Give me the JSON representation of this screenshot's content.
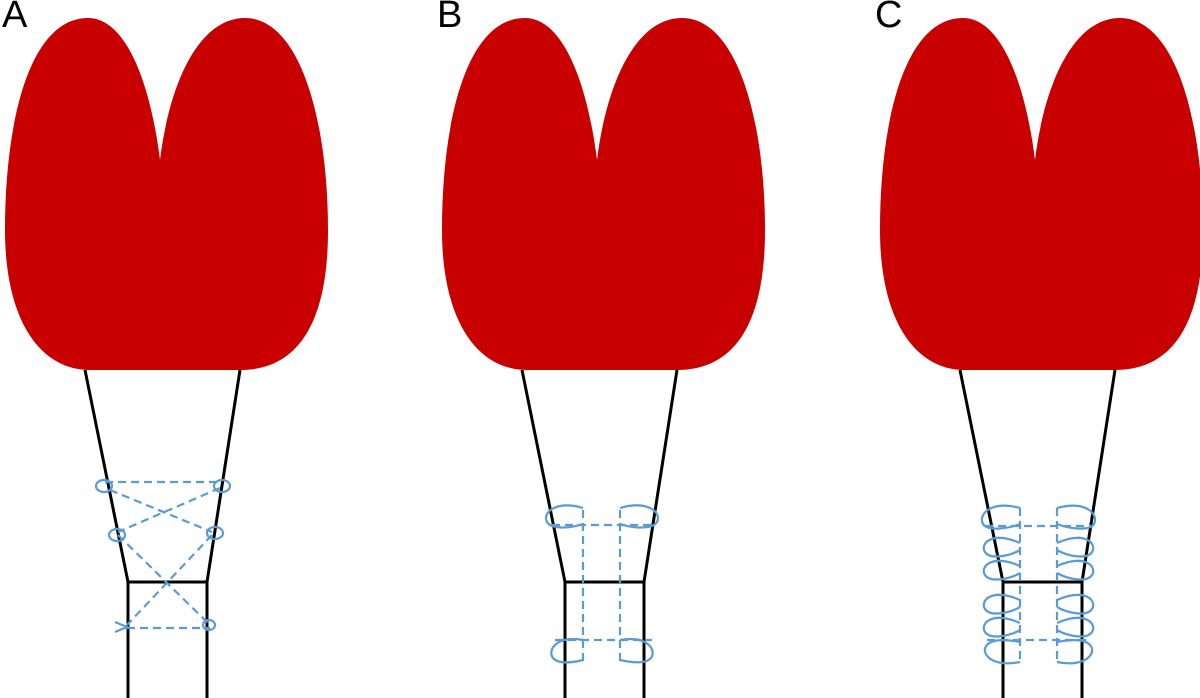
{
  "panels": [
    {
      "label": "A",
      "pattern": "cross-stitch"
    },
    {
      "label": "B",
      "pattern": "locking-loop-2"
    },
    {
      "label": "C",
      "pattern": "locking-loop-6"
    }
  ],
  "colors": {
    "muscle": "#c80000",
    "suture": "#5b9bd5",
    "outline": "#000000"
  }
}
